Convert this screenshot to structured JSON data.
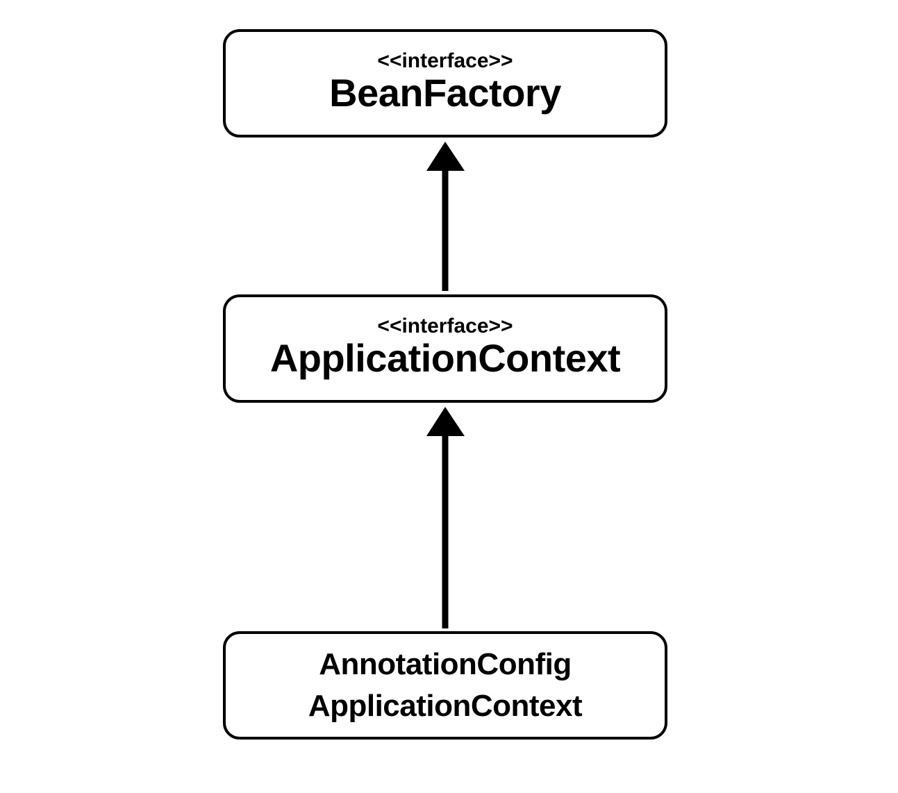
{
  "nodes": {
    "bean_factory": {
      "stereotype": "<<interface>>",
      "name": "BeanFactory"
    },
    "application_context": {
      "stereotype": "<<interface>>",
      "name": "ApplicationContext"
    },
    "annotation_config_application_context": {
      "name_lines": [
        "AnnotationConfig",
        "ApplicationContext"
      ]
    }
  },
  "edges": [
    {
      "from": "application_context",
      "to": "bean_factory",
      "style": "solid-arrow"
    },
    {
      "from": "annotation_config_application_context",
      "to": "application_context",
      "style": "solid-arrow"
    }
  ],
  "colors": {
    "stroke": "#000000",
    "background": "#ffffff"
  }
}
